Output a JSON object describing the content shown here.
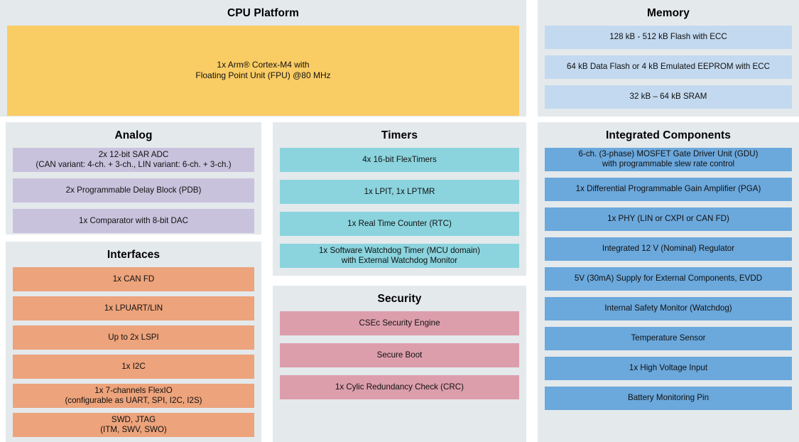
{
  "panels": {
    "cpu": {
      "title": "CPU Platform",
      "blocks": [
        {
          "line1": "1x Arm® Cortex-M4 with",
          "line2": "Floating Point Unit (FPU) @80 MHz"
        }
      ]
    },
    "memory": {
      "title": "Memory",
      "blocks": [
        {
          "line1": "128 kB - 512 kB Flash with ECC"
        },
        {
          "line1": "64 kB Data Flash or 4 kB Emulated EEPROM with ECC"
        },
        {
          "line1": "32 kB – 64 kB SRAM"
        }
      ]
    },
    "analog": {
      "title": "Analog",
      "blocks": [
        {
          "line1": "2x 12-bit SAR ADC",
          "line2": "(CAN variant: 4-ch. + 3-ch., LIN variant: 6-ch. + 3-ch.)"
        },
        {
          "line1": "2x Programmable Delay Block (PDB)"
        },
        {
          "line1": "1x Comparator with 8-bit DAC"
        }
      ]
    },
    "interfaces": {
      "title": "Interfaces",
      "blocks": [
        {
          "line1": "1x CAN FD"
        },
        {
          "line1": "1x LPUART/LIN"
        },
        {
          "line1": "Up to 2x LSPI"
        },
        {
          "line1": "1x I2C"
        },
        {
          "line1": "1x 7-channels FlexIO",
          "line2": "(configurable as UART, SPI, I2C, I2S)"
        },
        {
          "line1": "SWD, JTAG",
          "line2": "(ITM, SWV, SWO)"
        }
      ]
    },
    "timers": {
      "title": "Timers",
      "blocks": [
        {
          "line1": "4x 16-bit FlexTimers"
        },
        {
          "line1": "1x LPIT, 1x LPTMR"
        },
        {
          "line1": "1x Real Time Counter (RTC)"
        },
        {
          "line1": "1x Software Watchdog Timer (MCU domain)",
          "line2": "with External Watchdog Monitor"
        }
      ]
    },
    "security": {
      "title": "Security",
      "blocks": [
        {
          "line1": "CSEc Security Engine"
        },
        {
          "line1": "Secure Boot"
        },
        {
          "line1": "1x Cylic Redundancy Check (CRC)"
        }
      ]
    },
    "integrated": {
      "title": "Integrated Components",
      "blocks": [
        {
          "line1": "6-ch. (3-phase) MOSFET Gate Driver Unit (GDU)",
          "line2": "with programmable slew rate control"
        },
        {
          "line1": "1x Differential Programmable Gain Amplifier (PGA)"
        },
        {
          "line1": "1x PHY (LIN or CXPI or CAN FD)"
        },
        {
          "line1": "Integrated 12 V (Nominal) Regulator"
        },
        {
          "line1": "5V (30mA) Supply for External Components, EVDD"
        },
        {
          "line1": "Internal Safety Monitor (Watchdog)"
        },
        {
          "line1": "Temperature Sensor"
        },
        {
          "line1": "1x High Voltage Input"
        },
        {
          "line1": "Battery Monitoring Pin"
        }
      ]
    }
  },
  "colors": {
    "panel_background": "#e4e9ec",
    "cpu": "#facc64",
    "memory": "#c3d9ef",
    "analog": "#c9c2dd",
    "timers": "#8bd4de",
    "interfaces": "#eda37b",
    "security": "#dc9eab",
    "integrated": "#6ba8dc"
  }
}
